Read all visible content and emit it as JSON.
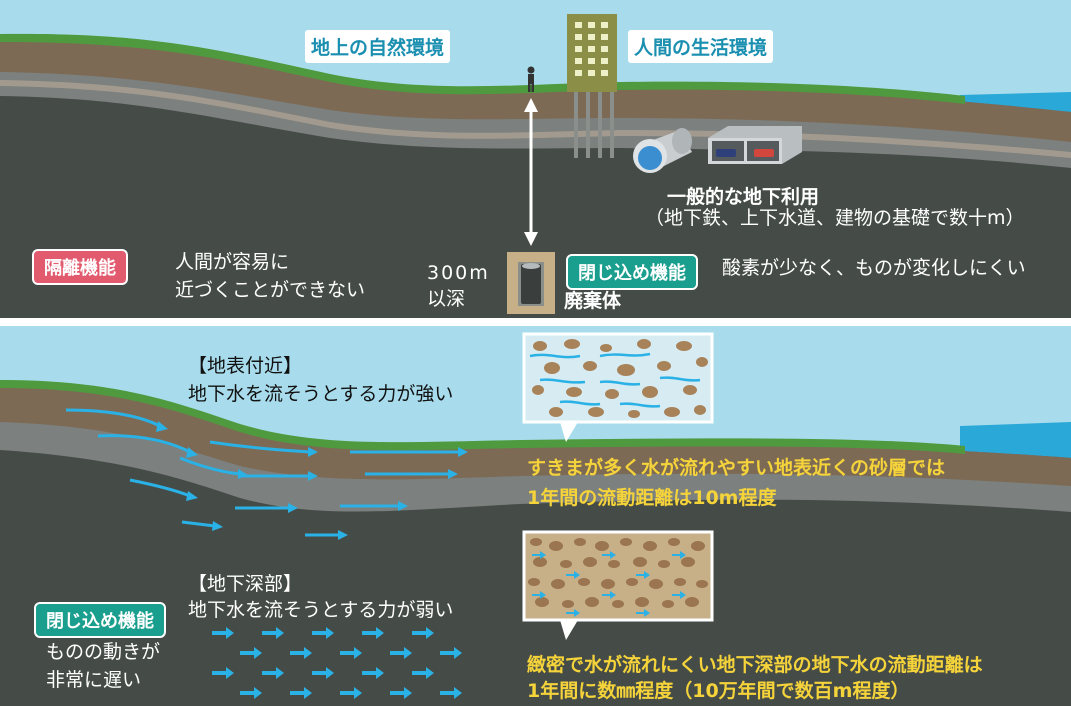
{
  "top": {
    "tag_natural": "地上の自然環境",
    "tag_human": "人間の生活環境",
    "underground_use": {
      "line1": "一般的な地下利用",
      "line2": "（地下鉄、上下水道、建物の基礎で数十m）"
    },
    "isolation": {
      "badge": "隔離機能",
      "line1": "人間が容易に",
      "line2": "近づくことができない"
    },
    "depth": {
      "line1": "300m",
      "line2": "以深"
    },
    "confinement": {
      "badge": "閉じ込め機能",
      "text": "酸素が少なく、ものが変化しにくい"
    },
    "waste_label": "廃棄体"
  },
  "bottom": {
    "surface": {
      "title": "【地表付近】",
      "text": "地下水を流そうとする力が強い",
      "note1": "すきまが多く水が流れやすい地表近くの砂層では",
      "note2": "1年間の流動距離は10m程度"
    },
    "deep": {
      "title": "【地下深部】",
      "text": "地下水を流そうとする力が弱い",
      "note1": "緻密で水が流れにくい地下深部の地下水の流動距離は",
      "note2": "1年間に数㎜程度（10万年間で数百m程度）"
    },
    "confinement": {
      "badge": "閉じ込め機能",
      "line1": "ものの動きが",
      "line2": "非常に遅い"
    }
  },
  "colors": {
    "sky": "#a8dcec",
    "grass": "#4f9a3e",
    "soil_brown": "#7d6a55",
    "rock_gray": "#8a8f8c",
    "deep_rock": "#454c48",
    "water_blue": "#2ab1e6",
    "note_yellow": "#f5d33a",
    "badge_red": "#e25a6e",
    "badge_green": "#1a9e8e"
  }
}
